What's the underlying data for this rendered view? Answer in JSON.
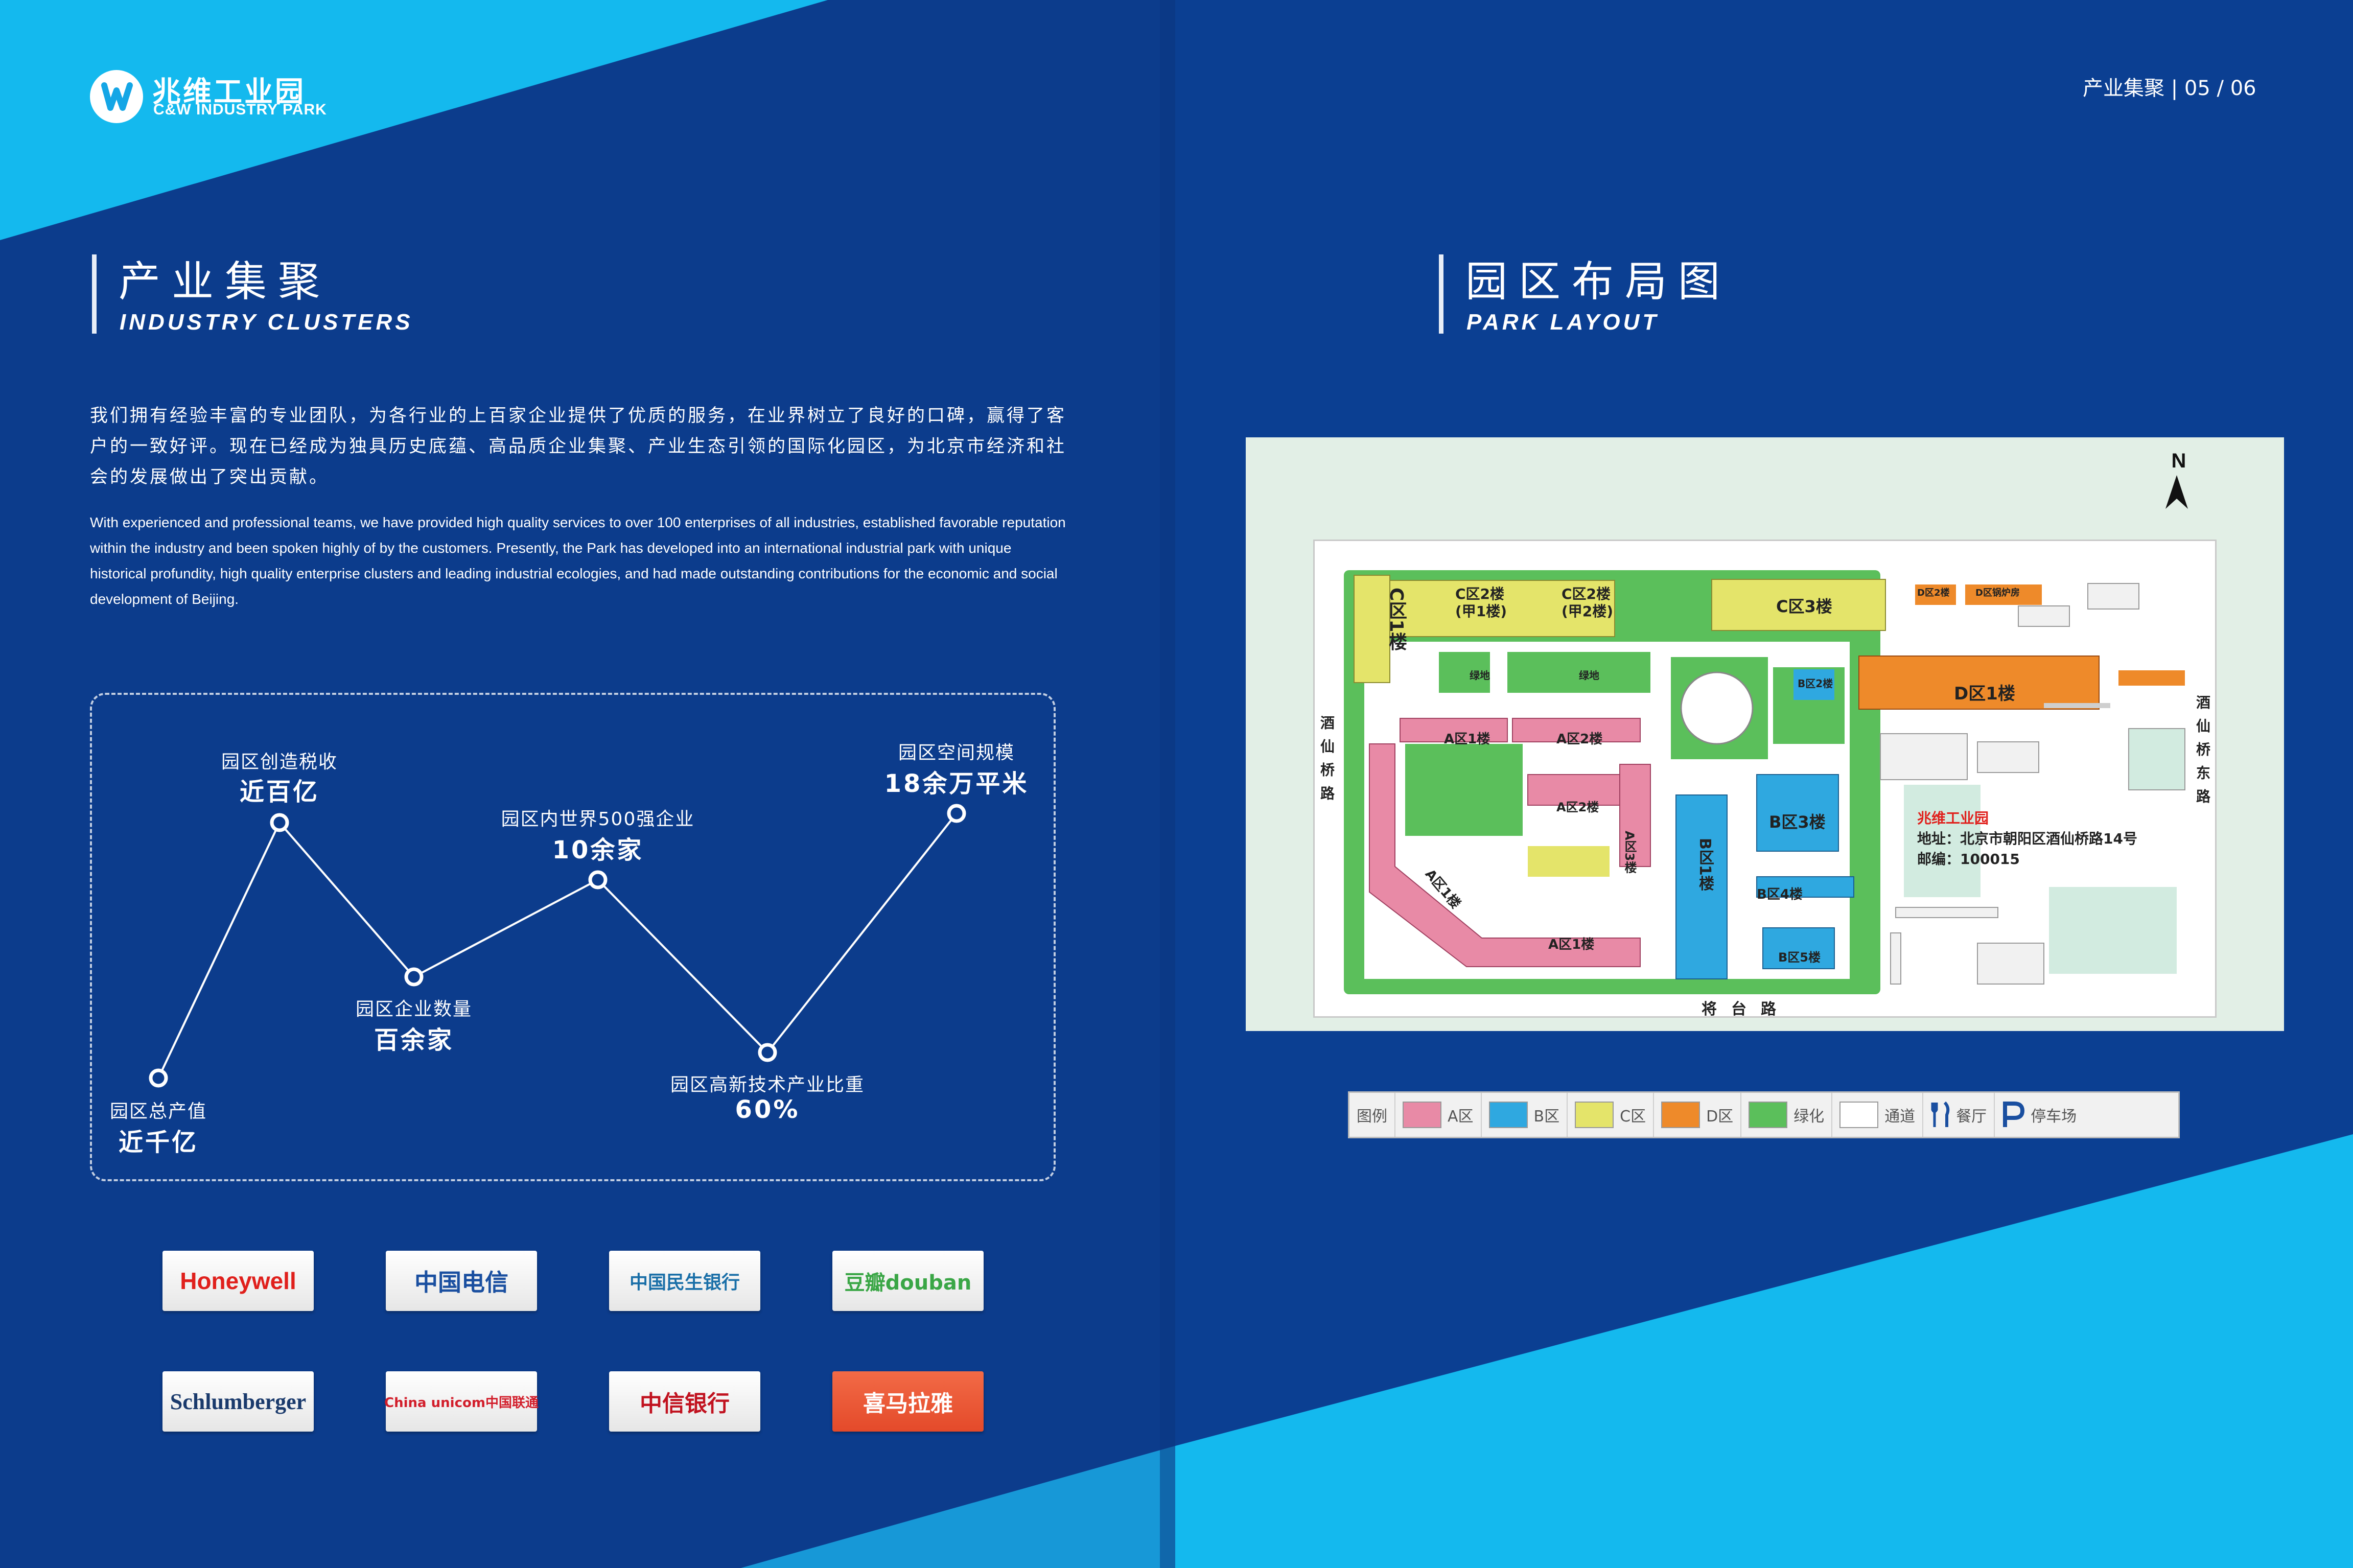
{
  "colors": {
    "navy": "#0c3c8c",
    "cyan": "#14b9ee",
    "zone_a": "#e88aa6",
    "zone_b": "#2fa8e0",
    "zone_c": "#e4e46a",
    "zone_d": "#ee8a2a",
    "green": "#5bbf5b",
    "road": "#ffffff"
  },
  "header": {
    "logo_icon": "c-w-swirl-logo",
    "logo_cn": "兆维工业园",
    "logo_en": "C&W INDUSTRY PARK",
    "page_indicator": "产业集聚 | 05 / 06"
  },
  "left": {
    "title_cn": "产业集聚",
    "title_en": "INDUSTRY CLUSTERS",
    "intro_cn": "我们拥有经验丰富的专业团队，为各行业的上百家企业提供了优质的服务，在业界树立了良好的口碑，赢得了客户的一致好评。现在已经成为独具历史底蕴、高品质企业集聚、产业生态引领的国际化园区，为北京市经济和社会的发展做出了突出贡献。",
    "intro_en": "With experienced and professional teams, we have provided high quality services to over 100 enterprises of all industries, established favorable reputation within the industry and been spoken highly of by the customers. Presently, the Park has developed into an international industrial park with unique historical profundity, high quality enterprise clusters and leading industrial ecologies, and had made outstanding contributions for the economic and social development of Beijing.",
    "stats": [
      {
        "label": "园区总产值",
        "value": "近千亿"
      },
      {
        "label": "园区创造税收",
        "value": "近百亿"
      },
      {
        "label": "园区企业数量",
        "value": "百余家"
      },
      {
        "label": "园区内世界500强企业",
        "value": "10余家"
      },
      {
        "label": "园区高新技术产业比重",
        "value": "60%"
      },
      {
        "label": "园区空间规模",
        "value": "18余万平米"
      }
    ],
    "logos": [
      {
        "text": "Honeywell",
        "color": "#e0201c"
      },
      {
        "text": "中国电信",
        "color": "#1a4fa0"
      },
      {
        "text": "中国民生银行",
        "color": "#1a6fa8"
      },
      {
        "text": "豆瓣douban",
        "color": "#3aa646"
      },
      {
        "text": "Schlumberger",
        "color": "#1a3a6c"
      },
      {
        "text": "China unicom中国联通",
        "color": "#d21e2b"
      },
      {
        "text": "中信银行",
        "color": "#c1121f"
      },
      {
        "text": "喜马拉雅",
        "color": "#f05a3c"
      }
    ]
  },
  "right": {
    "title_cn": "园区布局图",
    "title_en": "PARK LAYOUT",
    "compass": "N",
    "map_labels": {
      "c1": "C区1楼",
      "c2a": "C区2楼\n(甲1楼)",
      "c2b": "C区2楼\n(甲2楼)",
      "c3": "C区3楼",
      "d1": "D区1楼",
      "d2": "D区2楼",
      "d_boiler": "D区锅炉房",
      "a1_top": "A区1楼",
      "a2_top": "A区2楼",
      "a2_mid": "A区2楼",
      "a3": "A区3楼",
      "a1_diag": "A区1楼",
      "a1_bottom": "A区1楼",
      "b1": "B区1楼",
      "b2": "B区2楼",
      "b3": "B区3楼",
      "b4": "B区4楼",
      "b5": "B区5楼",
      "green1": "绿地",
      "green2": "绿地",
      "road_left": "酒仙桥路",
      "road_right": "酒仙桥东路",
      "road_bottom": "将台路",
      "park_name": "兆维工业园",
      "address": "地址：北京市朝阳区酒仙桥路14号",
      "postcode": "邮编：100015"
    },
    "legend": {
      "title": "图例",
      "items": [
        {
          "label": "A区",
          "color": "#e88aa6"
        },
        {
          "label": "B区",
          "color": "#2fa8e0"
        },
        {
          "label": "C区",
          "color": "#e4e46a"
        },
        {
          "label": "D区",
          "color": "#ee8a2a"
        },
        {
          "label": "绿化",
          "color": "#5bbf5b"
        },
        {
          "label": "通道",
          "color": "#ffffff"
        }
      ],
      "restaurant_icon": "fork-knife-icon",
      "restaurant": "餐厅",
      "parking_icon": "parking-icon",
      "parking": "停车场"
    }
  }
}
